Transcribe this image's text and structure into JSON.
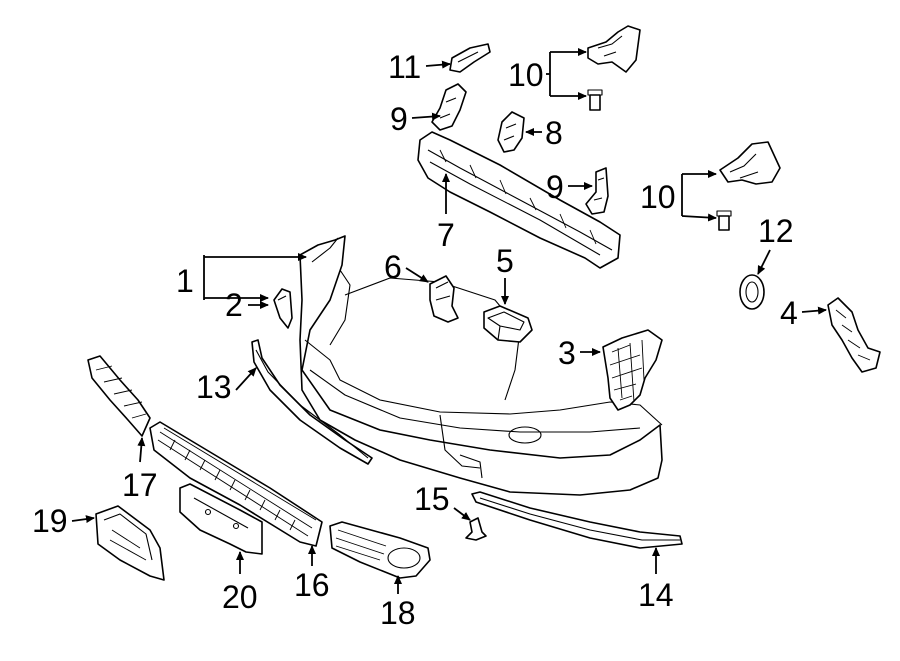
{
  "callouts": {
    "c1": "1",
    "c2": "2",
    "c3": "3",
    "c4": "4",
    "c5": "5",
    "c6": "6",
    "c7": "7",
    "c8": "8",
    "c9a": "9",
    "c9b": "9",
    "c10a": "10",
    "c10b": "10",
    "c11": "11",
    "c12": "12",
    "c13": "13",
    "c14": "14",
    "c15": "15",
    "c16": "16",
    "c17": "17",
    "c18": "18",
    "c19": "19",
    "c20": "20"
  },
  "colors": {
    "line": "#000000",
    "background": "#ffffff"
  }
}
